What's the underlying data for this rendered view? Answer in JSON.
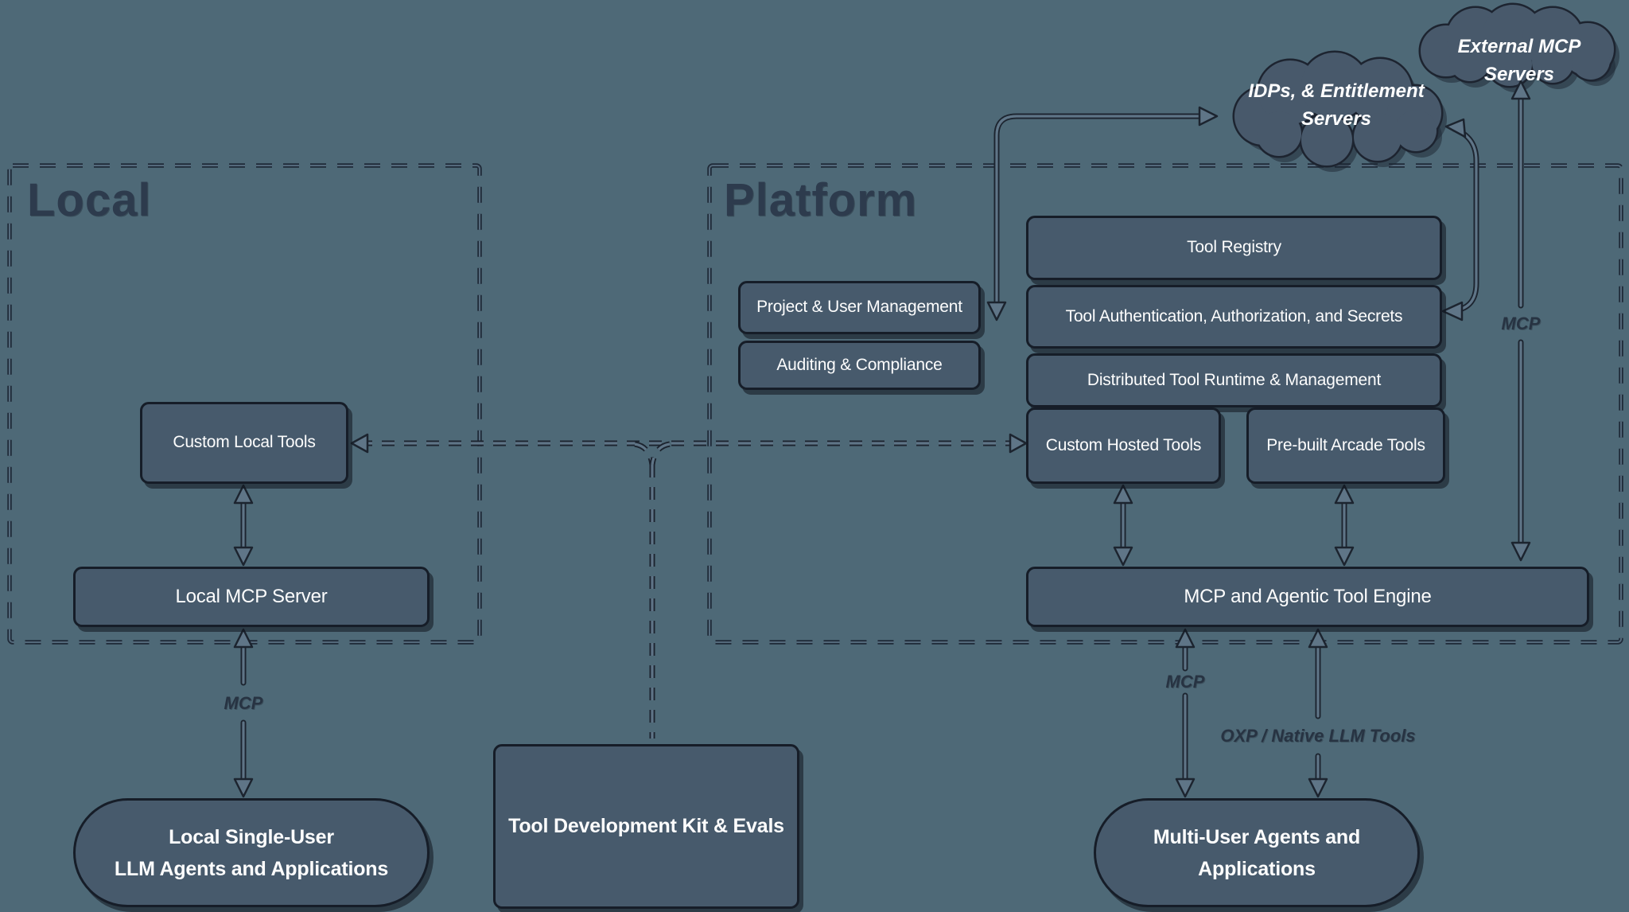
{
  "diagram": {
    "background_color": "#4e6977",
    "box_fill_color": "#475a6c",
    "box_border_color": "#161d28",
    "arrow_color": "#5f7587",
    "dashed_border_color": "#24303e",
    "title_color": "#2d3b4d",
    "text_color": "#ffffff"
  },
  "containers": {
    "local": {
      "title": "Local"
    },
    "platform": {
      "title": "Platform"
    }
  },
  "clouds": {
    "external_mcp": {
      "label": "External MCP Servers"
    },
    "idps": {
      "line1": "IDPs, & Entitlement",
      "line2": "Servers"
    }
  },
  "boxes": {
    "tool_registry": "Tool Registry",
    "project_user": "Project & User Management",
    "tool_auth": "Tool Authentication, Authorization, and Secrets",
    "auditing": "Auditing & Compliance",
    "distributed": "Distributed Tool Runtime & Management",
    "custom_local": "Custom Local Tools",
    "custom_hosted": "Custom Hosted Tools",
    "prebuilt": "Pre-built Arcade Tools",
    "local_mcp_server": "Local MCP Server",
    "engine": "MCP and Agentic Tool Engine",
    "tdk": "Tool Development Kit & Evals"
  },
  "pills": {
    "local_single_user": {
      "line1": "Local Single-User",
      "line2": "LLM Agents and Applications"
    },
    "multi_user": {
      "line1": "Multi-User Agents and",
      "line2": "Applications"
    }
  },
  "edge_labels": {
    "mcp_local": "MCP",
    "mcp_external": "MCP",
    "mcp_engine": "MCP",
    "oxp": "OXP / Native LLM Tools"
  }
}
